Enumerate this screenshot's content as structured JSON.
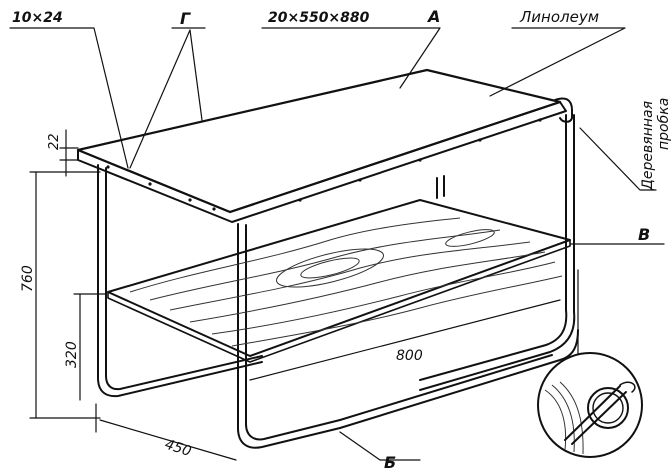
{
  "labels": {
    "profile_size": "10×24",
    "letter_g": "Г",
    "top_size": "20×550×880",
    "letter_a": "А",
    "linoleum": "Линолеум",
    "wood_strip_1": "Деревянная",
    "wood_strip_2": "пробка",
    "letter_v": "В",
    "letter_b": "Б",
    "dim_22": "22",
    "dim_760": "760",
    "dim_320": "320",
    "dim_800": "800",
    "dim_450": "450"
  }
}
